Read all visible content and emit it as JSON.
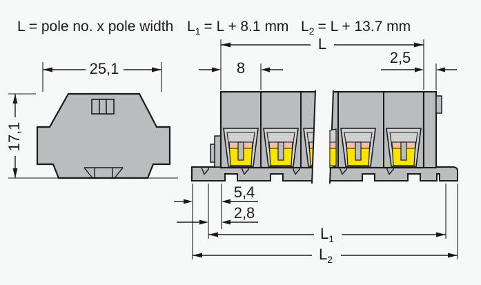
{
  "title": "Terminal block dimensional drawing",
  "colors": {
    "body_gray": "#b9bdbf",
    "recess_gray": "#cdd1d3",
    "clamp_orange": "#f2c19b",
    "clamp_yellow": "#ffe300",
    "outline": "#1a1a1a",
    "background": "#f7f8f8"
  },
  "formulas": {
    "pole_width": "L = pole no. x pole width",
    "l1_pre": "L",
    "l1_sub": "1",
    "l1_rest": "= L + 8.1 mm",
    "l2_pre": "L",
    "l2_sub": "2",
    "l2_rest": "= L + 13.7 mm"
  },
  "side_view": {
    "width_mm": "25,1",
    "height_mm": "17,1"
  },
  "front_view": {
    "total_length_label": "L",
    "pole_pitch_mm": "8",
    "end_plate_mm": "2,5",
    "foot_offset_mm": "5,4",
    "rail_offset_mm": "2,8",
    "l1_pre": "L",
    "l1_sub": "1",
    "l2_pre": "L",
    "l2_sub": "2"
  }
}
